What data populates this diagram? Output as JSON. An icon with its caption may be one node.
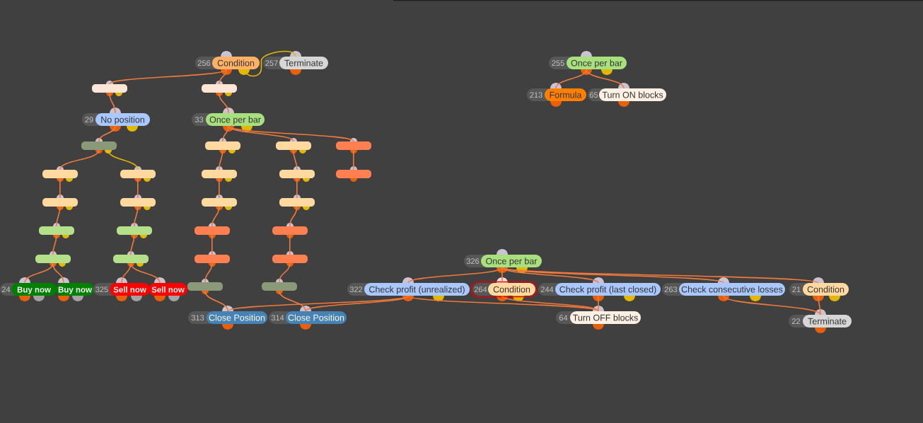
{
  "diagram": {
    "nodes": [
      {
        "text": [
          "256",
          "Condition"
        ]
      },
      {
        "text": [
          "257",
          "Terminate"
        ]
      },
      {
        "text": [
          "255",
          "Once per bar"
        ]
      },
      {
        "text": [],
        "shape": "box"
      },
      {
        "text": [],
        "shape": "box"
      },
      {
        "text": [
          "213",
          "Formula"
        ]
      },
      {
        "text": [
          "65",
          "Turn ON blocks"
        ]
      },
      {
        "text": [
          "29",
          "No position"
        ]
      },
      {
        "text": [
          "33",
          "Once per bar"
        ]
      },
      {
        "text": [],
        "shape": "box"
      },
      {
        "text": [],
        "shape": "box"
      },
      {
        "text": [],
        "shape": "box"
      },
      {
        "text": [],
        "shape": "box"
      },
      {
        "text": [],
        "shape": "box"
      },
      {
        "text": [],
        "shape": "box"
      },
      {
        "text": [],
        "shape": "box"
      },
      {
        "text": [],
        "shape": "box"
      },
      {
        "text": [],
        "shape": "box"
      },
      {
        "text": [],
        "shape": "box"
      },
      {
        "text": [],
        "shape": "box"
      },
      {
        "text": [],
        "shape": "box"
      },
      {
        "text": [],
        "shape": "box"
      },
      {
        "text": [],
        "shape": "box"
      },
      {
        "text": [],
        "shape": "box"
      },
      {
        "text": [],
        "shape": "box"
      },
      {
        "text": [],
        "shape": "box"
      },
      {
        "text": [],
        "shape": "box"
      },
      {
        "text": [],
        "shape": "box"
      },
      {
        "text": [],
        "shape": "box"
      },
      {
        "text": [],
        "shape": "box"
      },
      {
        "text": [
          "326",
          "Once per bar"
        ]
      },
      {
        "text": [],
        "shape": "box"
      },
      {
        "text": [],
        "shape": "box"
      },
      {
        "text": [
          "24",
          "Buy now"
        ]
      },
      {
        "text": [
          "Buy now"
        ]
      },
      {
        "text": [
          "325",
          "Sell now"
        ]
      },
      {
        "text": [
          "Sell now"
        ]
      },
      {
        "text": [
          "322",
          "Check profit (unrealized)"
        ]
      },
      {
        "text": [
          "264",
          "Condition"
        ]
      },
      {
        "text": [
          "244",
          "Check profit (last closed)"
        ]
      },
      {
        "text": [
          "263",
          "Check consecutive losses"
        ]
      },
      {
        "text": [
          "21",
          "Condition"
        ]
      },
      {
        "text": [
          "313",
          "Close Position"
        ]
      },
      {
        "text": [
          "314",
          "Close Position"
        ]
      },
      {
        "text": [
          "64",
          "Turn OFF blocks"
        ]
      },
      {
        "text": [
          "22",
          "Terminate"
        ]
      }
    ],
    "edges": [
      {
        "from": 0,
        "to": 1,
        "arrow": "none",
        "color": "#e3b800"
      },
      {
        "from": 0,
        "to": 3,
        "arrow": "none"
      },
      {
        "from": 0,
        "to": 4,
        "arrow": "none"
      },
      {
        "from": 2,
        "to": 5,
        "arrow": "none"
      },
      {
        "from": 2,
        "to": 6,
        "arrow": "none"
      },
      {
        "from": 3,
        "to": 7,
        "arrow": "none"
      },
      {
        "from": 4,
        "to": 8,
        "arrow": "none"
      },
      {
        "from": 7,
        "to": 9,
        "arrow": "none"
      },
      {
        "from": 8,
        "to": 10,
        "arrow": "none"
      },
      {
        "from": 8,
        "to": 11,
        "arrow": "none"
      },
      {
        "from": 8,
        "to": 12,
        "arrow": "none"
      },
      {
        "from": 9,
        "to": 13,
        "arrow": "none"
      },
      {
        "from": 9,
        "to": 14,
        "arrow": "none",
        "color": "#e3b800"
      },
      {
        "from": 10,
        "to": 15,
        "arrow": "none"
      },
      {
        "from": 11,
        "to": 16,
        "arrow": "none"
      },
      {
        "from": 12,
        "to": 17,
        "arrow": "none"
      },
      {
        "from": 13,
        "to": 18,
        "arrow": "none"
      },
      {
        "from": 14,
        "to": 19,
        "arrow": "none"
      },
      {
        "from": 15,
        "to": 20,
        "arrow": "none"
      },
      {
        "from": 16,
        "to": 21,
        "arrow": "none"
      },
      {
        "from": 18,
        "to": 22,
        "arrow": "none"
      },
      {
        "from": 19,
        "to": 23,
        "arrow": "none"
      },
      {
        "from": 20,
        "to": 24,
        "arrow": "none"
      },
      {
        "from": 21,
        "to": 25,
        "arrow": "none"
      },
      {
        "from": 22,
        "to": 26,
        "arrow": "none"
      },
      {
        "from": 23,
        "to": 27,
        "arrow": "none"
      },
      {
        "from": 24,
        "to": 28,
        "arrow": "none"
      },
      {
        "from": 25,
        "to": 29,
        "arrow": "none"
      },
      {
        "from": 26,
        "to": 33,
        "arrow": "none"
      },
      {
        "from": 26,
        "to": 34,
        "arrow": "none"
      },
      {
        "from": 27,
        "to": 35,
        "arrow": "none"
      },
      {
        "from": 27,
        "to": 36,
        "arrow": "none"
      },
      {
        "from": 28,
        "to": 31,
        "arrow": "none"
      },
      {
        "from": 29,
        "to": 32,
        "arrow": "none"
      },
      {
        "from": 31,
        "to": 42,
        "arrow": "none"
      },
      {
        "from": 32,
        "to": 43,
        "arrow": "none"
      },
      {
        "from": 30,
        "to": 37,
        "arrow": "none"
      },
      {
        "from": 30,
        "to": 38,
        "arrow": "none"
      },
      {
        "from": 30,
        "to": 39,
        "arrow": "none"
      },
      {
        "from": 30,
        "to": 40,
        "arrow": "none"
      },
      {
        "from": 30,
        "to": 41,
        "arrow": "none"
      },
      {
        "from": 37,
        "to": 42,
        "arrow": "none"
      },
      {
        "from": 37,
        "to": 43,
        "arrow": "none"
      },
      {
        "from": 37,
        "to": 44,
        "arrow": "none"
      },
      {
        "from": 38,
        "to": 44,
        "arrow": "none"
      },
      {
        "from": 39,
        "to": 44,
        "arrow": "none"
      },
      {
        "from": 40,
        "to": 45,
        "arrow": "none"
      },
      {
        "from": 41,
        "to": 45,
        "arrow": "none"
      }
    ]
  }
}
